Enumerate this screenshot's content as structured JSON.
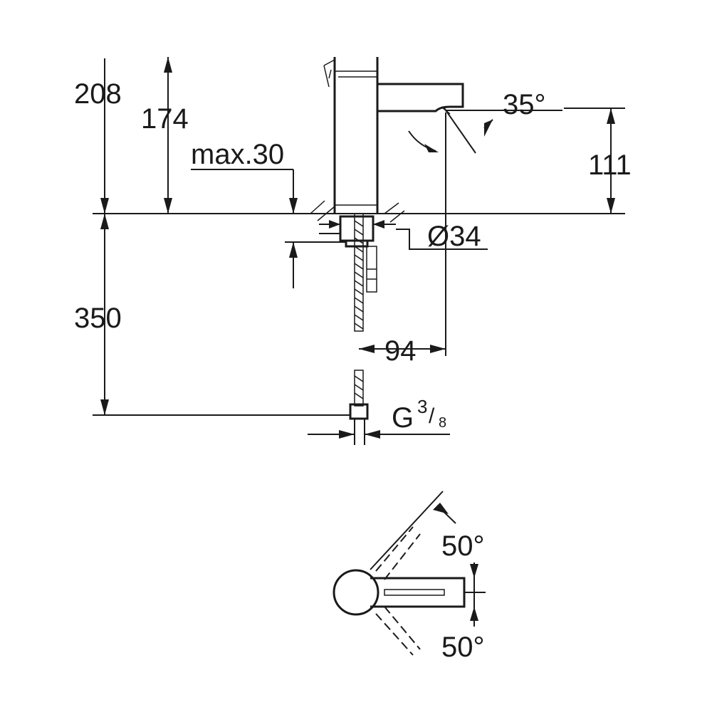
{
  "dimensions": {
    "height_total": "208",
    "height_spout": "174",
    "max_thickness": "max.30",
    "spout_angle": "35°",
    "spout_height": "111",
    "hole_diameter": "Ø34",
    "hose_length": "350",
    "projection": "94",
    "thread": "G",
    "thread_num": "3",
    "thread_den": "8",
    "lever_rotation_top": "50°",
    "lever_rotation_bottom": "50°"
  },
  "colors": {
    "ink": "#1a1a1a",
    "background": "#ffffff"
  }
}
